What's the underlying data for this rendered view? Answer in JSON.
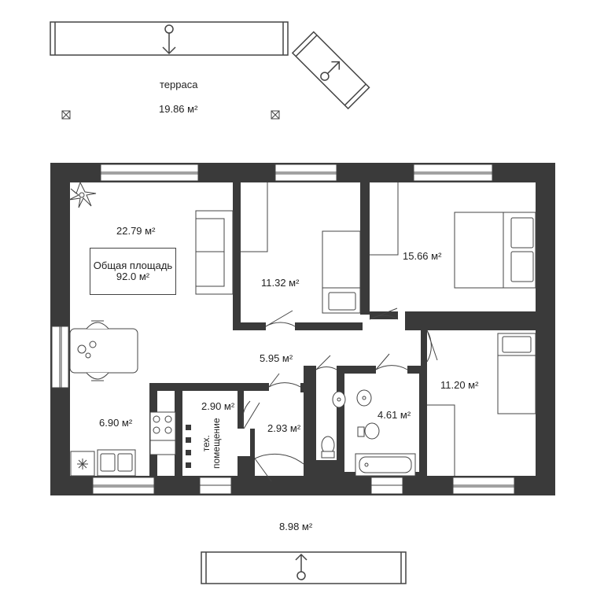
{
  "labels": {
    "terrace": "терраса",
    "terrace_area": "19.86 м²",
    "living_area": "22.79 м²",
    "total_title": "Общая площадь",
    "total_value": "92.0 м²",
    "room_small_bed": "11.32 м²",
    "room_big_bed": "15.66 м²",
    "hall": "5.95 м²",
    "room_right_bed": "11.20 м²",
    "kitchen": "6.90 м²",
    "tech_room": "2.90 м²",
    "tech_label_line1": "тех.",
    "tech_label_line2": "помещение",
    "corridor": "2.93 м²",
    "bathroom": "4.61 м²",
    "porch": "8.98 м²"
  },
  "colors": {
    "wall": "#3a3a3a",
    "line": "#444444",
    "text": "#222222"
  },
  "icons": [
    "plant-icon",
    "snowflake-icon",
    "sofa-icon",
    "bed-icon",
    "dining-table-icon",
    "stove-icon",
    "sink-icon",
    "toilet-icon",
    "bathtub-icon",
    "door-icon",
    "window-icon"
  ]
}
